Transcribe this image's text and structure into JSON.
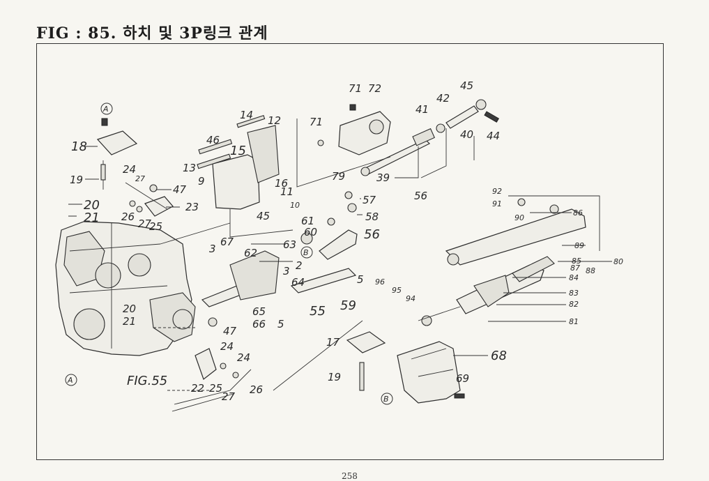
{
  "title": "FIG : 85. 하치 및 3P링크 관계",
  "page_number": "258",
  "labels": {
    "l14": "14",
    "l12": "12",
    "l71a": "71",
    "l72": "72",
    "l71b": "71",
    "l41": "41",
    "l42": "42",
    "l45a": "45",
    "l44": "44",
    "l40": "40",
    "l18": "18",
    "l19a": "19",
    "l24a": "24",
    "l27a": "27",
    "l47a": "47",
    "l23": "23",
    "l20a": "20",
    "l21a": "21",
    "l26a": "26",
    "l27b": "27",
    "l25a": "25",
    "l46": "46",
    "l13": "13",
    "l15": "15",
    "l9": "9",
    "l16": "16",
    "l11": "11",
    "l10": "10",
    "l45b": "45",
    "l79": "79",
    "l39": "39",
    "l56a": "56",
    "l57": "57",
    "l58": "58",
    "l61": "61",
    "l60": "60",
    "l56b": "56",
    "l67": "67",
    "l63": "63",
    "l3a": "3",
    "l62": "62",
    "l2": "2",
    "l3b": "3",
    "l64": "64",
    "l5a": "5",
    "l65": "65",
    "l66": "66",
    "l5b": "5",
    "l55a": "55",
    "l59": "59",
    "l96": "96",
    "l95": "95",
    "l94": "94",
    "l92": "92",
    "l91": "91",
    "l90": "90",
    "l86": "86",
    "l89": "89",
    "l85": "85",
    "l80": "80",
    "l87": "87",
    "l88": "88",
    "l84": "84",
    "l83": "83",
    "l82": "82",
    "l81": "81",
    "l20b": "20",
    "l21b": "21",
    "l47b": "47",
    "l24b": "24",
    "l24c": "24",
    "l22": "22",
    "l25b": "25",
    "l27c": "27",
    "l26b": "26",
    "l17": "17",
    "l19b": "19",
    "l68": "68",
    "l69": "69",
    "lfig55": "FIG.55"
  },
  "markers": {
    "A": "A",
    "B": "B"
  }
}
